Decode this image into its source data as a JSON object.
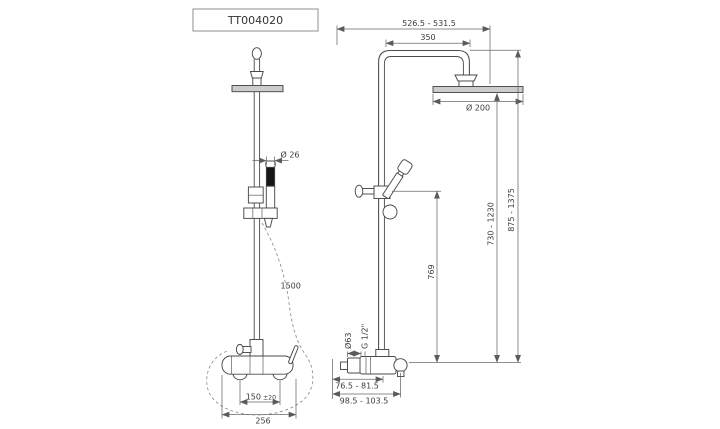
{
  "drawing": {
    "model_number": "TT004020",
    "side_view": {
      "hand_shower_diameter": "Ø 26",
      "hose_length": "1500",
      "inlet_spacing": "150",
      "inlet_spacing_tolerance": "±20",
      "valve_width": "256"
    },
    "front_view": {
      "reach_range": "526.5 - 531.5",
      "arm_projection": "350",
      "head_diameter": "Ø 200",
      "flange_diameter": "Ø63",
      "connection_thread": "G 1/2\"",
      "wall_to_riser": "76.5 - 81.5",
      "wall_to_hose_outlet": "98.5 - 103.5",
      "outlet_height": "769",
      "riser_height_range": "730 - 1230",
      "total_height_range": "875 - 1375"
    }
  },
  "colors": {
    "line": "#4a4a4a",
    "dim": "#686868",
    "text": "#3b3b3b",
    "fill_light": "#cccccc",
    "grip": "#161616"
  }
}
